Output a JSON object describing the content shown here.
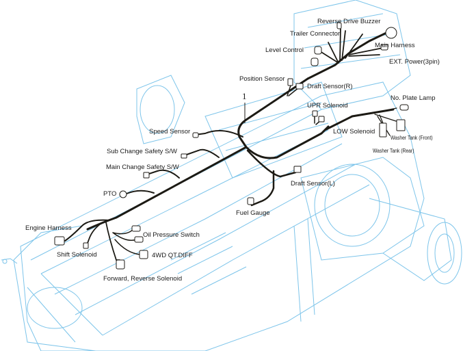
{
  "diagram": {
    "title": "Wiring Harness Layout",
    "callout": "1",
    "colors": {
      "machine_outline": "#7cc4ea",
      "harness": "#1c1a14",
      "label_text": "#1a1a1a",
      "background": "#ffffff"
    },
    "labels": {
      "reverse_drive_buzzer": "Reverse Drive Buzzer",
      "trailer_connector": "Trailer Connector",
      "level_control": "Level Control",
      "main_harness": "Main Harness",
      "ext_power": "EXT. Power(3pin)",
      "position_sensor": "Position Sensor",
      "draft_sensor_r": "Draft Sensor(R)",
      "upr_solenoid": "UPR Solenoid",
      "no_plate_lamp": "No. Plate Lamp",
      "low_solenoid": "LOW Solenoid",
      "washer_tank_front": "Washer Tank (Front)",
      "washer_tank_rear": "Washer Tank (Rear)",
      "speed_sensor": "Speed Sensor",
      "sub_change_safety": "Sub Change Safety S/W",
      "main_change_safety": "Main Change Safety S/W",
      "pto": "PTO",
      "draft_sensor_l": "Draft Sensor(L)",
      "fuel_gauge": "Fuel Gauge",
      "engine_harness": "Engine Harness",
      "oil_pressure_switch": "Oil Pressure Switch",
      "shift_solenoid": "Shift Solenoid",
      "fourwd_qt_diff": "4WD QT.DIFF",
      "forward_reverse_solenoid": "Forward, Reverse Solenoid"
    }
  }
}
